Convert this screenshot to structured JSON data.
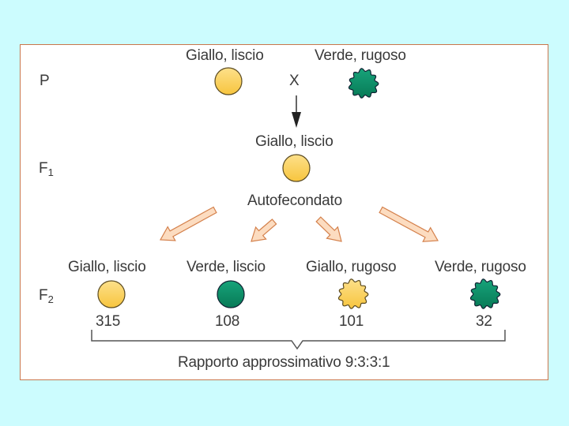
{
  "colors": {
    "background": "#ccfcfe",
    "panel_border": "#c9764c",
    "yellow_pea": "#fcd462",
    "green_pea": "#0a9168",
    "arrow_fill": "#fcdcc0",
    "arrow_stroke": "#d4814c"
  },
  "generations": {
    "p": "P",
    "f1_base": "F",
    "f1_sub": "1",
    "f2_base": "F",
    "f2_sub": "2"
  },
  "parents": {
    "left_label": "Giallo, liscio",
    "cross_symbol": "X",
    "right_label": "Verde, rugoso"
  },
  "f1": {
    "label": "Giallo, liscio",
    "self_cross_label": "Autofecondato"
  },
  "f2": [
    {
      "label": "Giallo, liscio",
      "count": "315",
      "color": "yellow",
      "shape": "smooth"
    },
    {
      "label": "Verde, liscio",
      "count": "108",
      "color": "green",
      "shape": "smooth"
    },
    {
      "label": "Giallo, rugoso",
      "count": "101",
      "color": "yellow",
      "shape": "wrinkled"
    },
    {
      "label": "Verde, rugoso",
      "count": "32",
      "color": "green",
      "shape": "wrinkled"
    }
  ],
  "ratio_label": "Rapporto approssimativo 9:3:3:1"
}
